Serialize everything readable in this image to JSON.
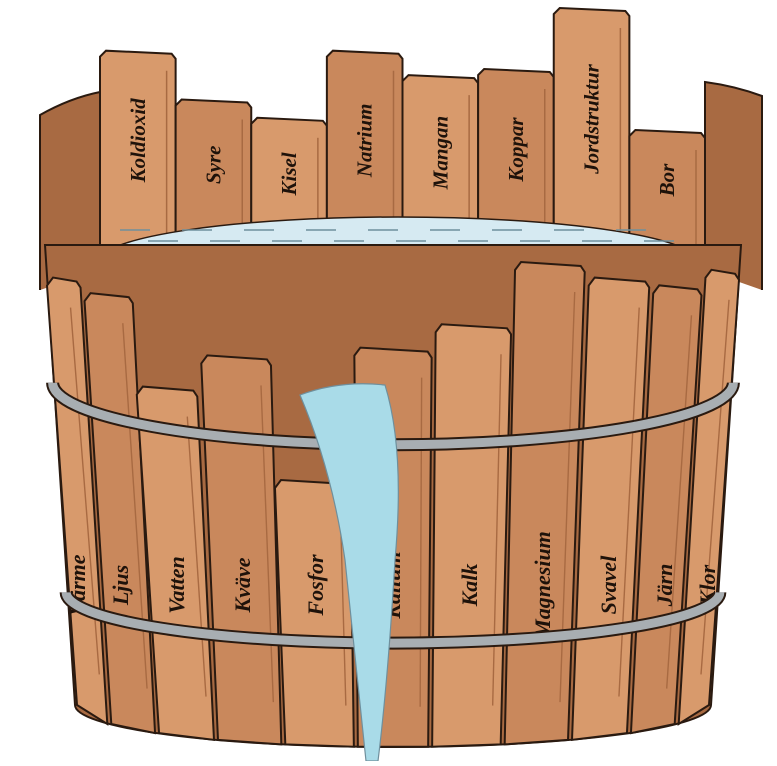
{
  "diagram": {
    "colors": {
      "stave": "#c9885c",
      "stave_light": "#d89a6c",
      "stave_dark": "#a86a42",
      "outline": "#2a1a10",
      "water": "#d6eaf2",
      "water_line": "#6f8f9c",
      "stream": "#a9dbe8",
      "hoop": "#a8aeb2"
    },
    "back_staves": [
      {
        "label": "Koldioxid",
        "level": 0.93
      },
      {
        "label": "Syre",
        "level": 0.85
      },
      {
        "label": "Kisel",
        "level": 0.82
      },
      {
        "label": "Natrium",
        "level": 0.93
      },
      {
        "label": "Mangan",
        "level": 0.89
      },
      {
        "label": "Koppar",
        "level": 0.9
      },
      {
        "label": "Jordstruktur",
        "level": 1.0
      },
      {
        "label": "Bor",
        "level": 0.8
      }
    ],
    "front_staves": [
      {
        "label": "Värme",
        "level": 0.86
      },
      {
        "label": "Ljus",
        "level": 0.84
      },
      {
        "label": "Vatten",
        "level": 0.72
      },
      {
        "label": "Kväve",
        "level": 0.76
      },
      {
        "label": "Fosfor",
        "level": 0.6
      },
      {
        "label": "Kalium",
        "level": 0.77
      },
      {
        "label": "Kalk",
        "level": 0.8
      },
      {
        "label": "Magnesium",
        "level": 0.88
      },
      {
        "label": "Svavel",
        "level": 0.86
      },
      {
        "label": "Järn",
        "level": 0.85
      },
      {
        "label": "Klor",
        "level": 0.87
      }
    ]
  }
}
